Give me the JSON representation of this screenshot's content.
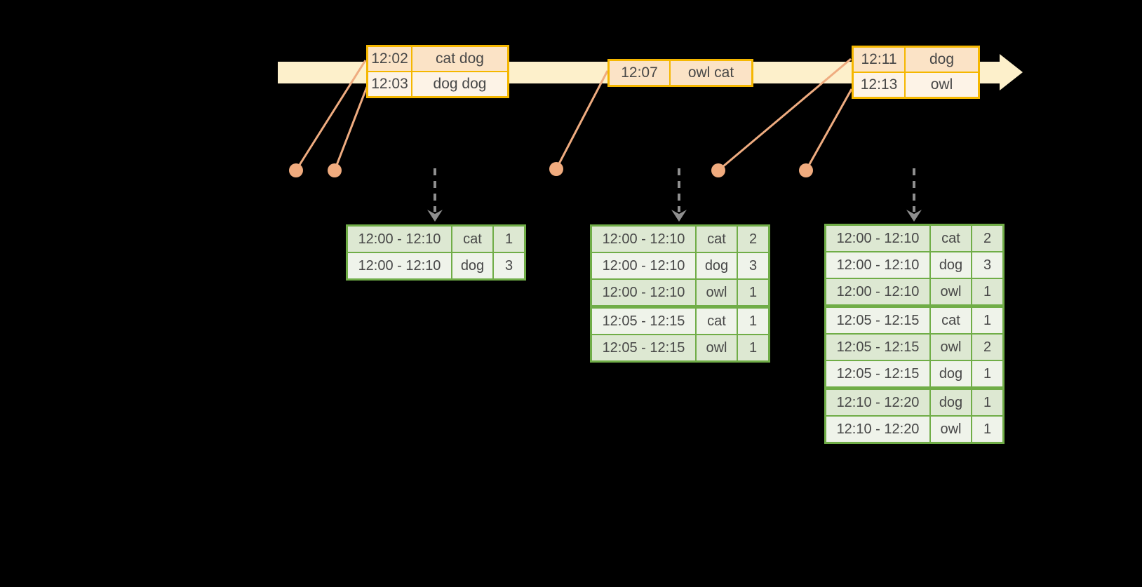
{
  "colors": {
    "background": "#000000",
    "timeline_band": "#FDF0CB",
    "event_border": "#F5B700",
    "event_row_dark": "#FBE3C6",
    "event_row_light": "#FDF3E7",
    "result_border": "#70AD47",
    "result_row_dark": "#DDE8D2",
    "result_row_light": "#EFF3EA",
    "dot": "#F0AB7E",
    "connector": "#EFAC80",
    "trigger_arrow": "#8F8F8F",
    "cell_text": "#474747"
  },
  "icons": {
    "timeline_arrowhead": "css-triangle-right",
    "trigger_arrowhead": "svg-chevron-down"
  },
  "event_tables": [
    {
      "rows": [
        [
          "12:02",
          "cat dog"
        ],
        [
          "12:03",
          "dog dog"
        ]
      ]
    },
    {
      "rows": [
        [
          "12:07",
          "owl cat"
        ]
      ]
    },
    {
      "rows": [
        [
          "12:11",
          "dog"
        ],
        [
          "12:13",
          "owl"
        ]
      ]
    }
  ],
  "result_tables": [
    {
      "rows": [
        [
          "12:00 - 12:10",
          "cat",
          "1"
        ],
        [
          "12:00 - 12:10",
          "dog",
          "3"
        ]
      ],
      "group_breaks": []
    },
    {
      "rows": [
        [
          "12:00 - 12:10",
          "cat",
          "2"
        ],
        [
          "12:00 - 12:10",
          "dog",
          "3"
        ],
        [
          "12:00 - 12:10",
          "owl",
          "1"
        ],
        [
          "12:05 - 12:15",
          "cat",
          "1"
        ],
        [
          "12:05 - 12:15",
          "owl",
          "1"
        ]
      ],
      "group_breaks": [
        3
      ]
    },
    {
      "rows": [
        [
          "12:00 - 12:10",
          "cat",
          "2"
        ],
        [
          "12:00 - 12:10",
          "dog",
          "3"
        ],
        [
          "12:00 - 12:10",
          "owl",
          "1"
        ],
        [
          "12:05 - 12:15",
          "cat",
          "1"
        ],
        [
          "12:05 - 12:15",
          "owl",
          "2"
        ],
        [
          "12:05 - 12:15",
          "dog",
          "1"
        ],
        [
          "12:10 - 12:20",
          "dog",
          "1"
        ],
        [
          "12:10 - 12:20",
          "owl",
          "1"
        ]
      ],
      "group_breaks": [
        3,
        6
      ]
    }
  ]
}
